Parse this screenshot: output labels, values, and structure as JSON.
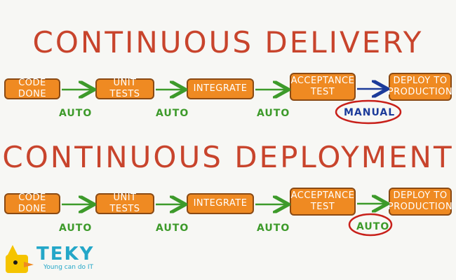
{
  "section1": {
    "title": "CONTINUOUS DELIVERY",
    "steps": [
      "CODE DONE",
      "UNIT TESTS",
      "INTEGRATE",
      "ACCEPTANCE TEST",
      "DEPLOY TO PRODUCTION"
    ],
    "transitions": [
      "AUTO",
      "AUTO",
      "AUTO",
      "MANUAL"
    ]
  },
  "section2": {
    "title": "CONTINUOUS DEPLOYMENT",
    "steps": [
      "CODE DONE",
      "UNIT TESTS",
      "INTEGRATE",
      "ACCEPTANCE TEST",
      "DEPLOY TO PRODUCTION"
    ],
    "transitions": [
      "AUTO",
      "AUTO",
      "AUTO",
      "AUTO"
    ]
  },
  "logo": {
    "name": "TEKY",
    "tagline": "Young can do IT"
  },
  "colors": {
    "title": "#c8442c",
    "box": "#ef8a22",
    "auto": "#3d9a2a",
    "manual": "#1c3b9a",
    "circle": "#c8201a"
  }
}
